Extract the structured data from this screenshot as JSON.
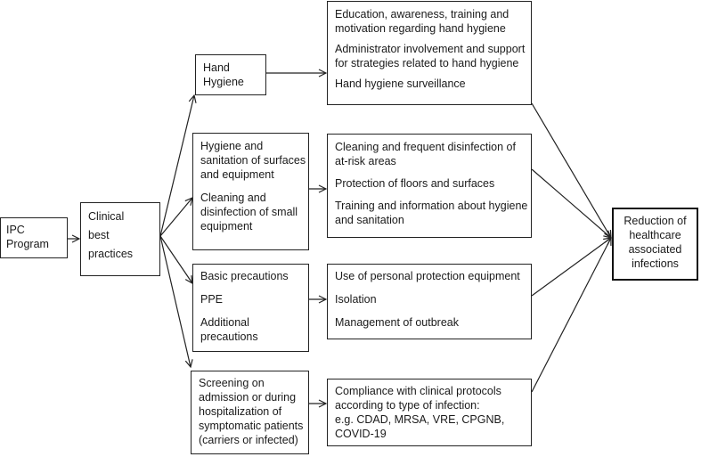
{
  "ipc_program": "IPC\nProgram",
  "clinical": {
    "l1": "Clinical",
    "l2": "best",
    "l3": "practices"
  },
  "hand_hygiene": "Hand\nHygiene",
  "hygiene_sanitation": {
    "p1": "Hygiene and\nsanitation of surfaces\nand equipment",
    "p2": "Cleaning and\ndisinfection of small\nequipment"
  },
  "precautions": {
    "p1": "Basic precautions",
    "p2": "PPE",
    "p3": "Additional\nprecautions"
  },
  "screening": "Screening on\nadmission or during\nhospitalization of\nsymptomatic patients\n(carriers or infected)",
  "hand_hygiene_actions": {
    "p1": "Education, awareness, training and\nmotivation regarding hand hygiene",
    "p2": "Administrator involvement and support\nfor strategies related to hand hygiene",
    "p3": "Hand hygiene surveillance"
  },
  "sanitation_actions": {
    "p1": "Cleaning and frequent disinfection of\nat-risk areas",
    "p2": "Protection of floors and surfaces",
    "p3": "Training and information about hygiene\nand sanitation"
  },
  "precaution_actions": {
    "p1": "Use of personal protection equipment",
    "p2": "Isolation",
    "p3": "Management of outbreak"
  },
  "screening_actions": "Compliance with clinical protocols\naccording to type of infection:\ne.g. CDAD, MRSA, VRE, CPGNB,\nCOVID-19",
  "outcome": "Reduction of\nhealthcare\nassociated\ninfections"
}
